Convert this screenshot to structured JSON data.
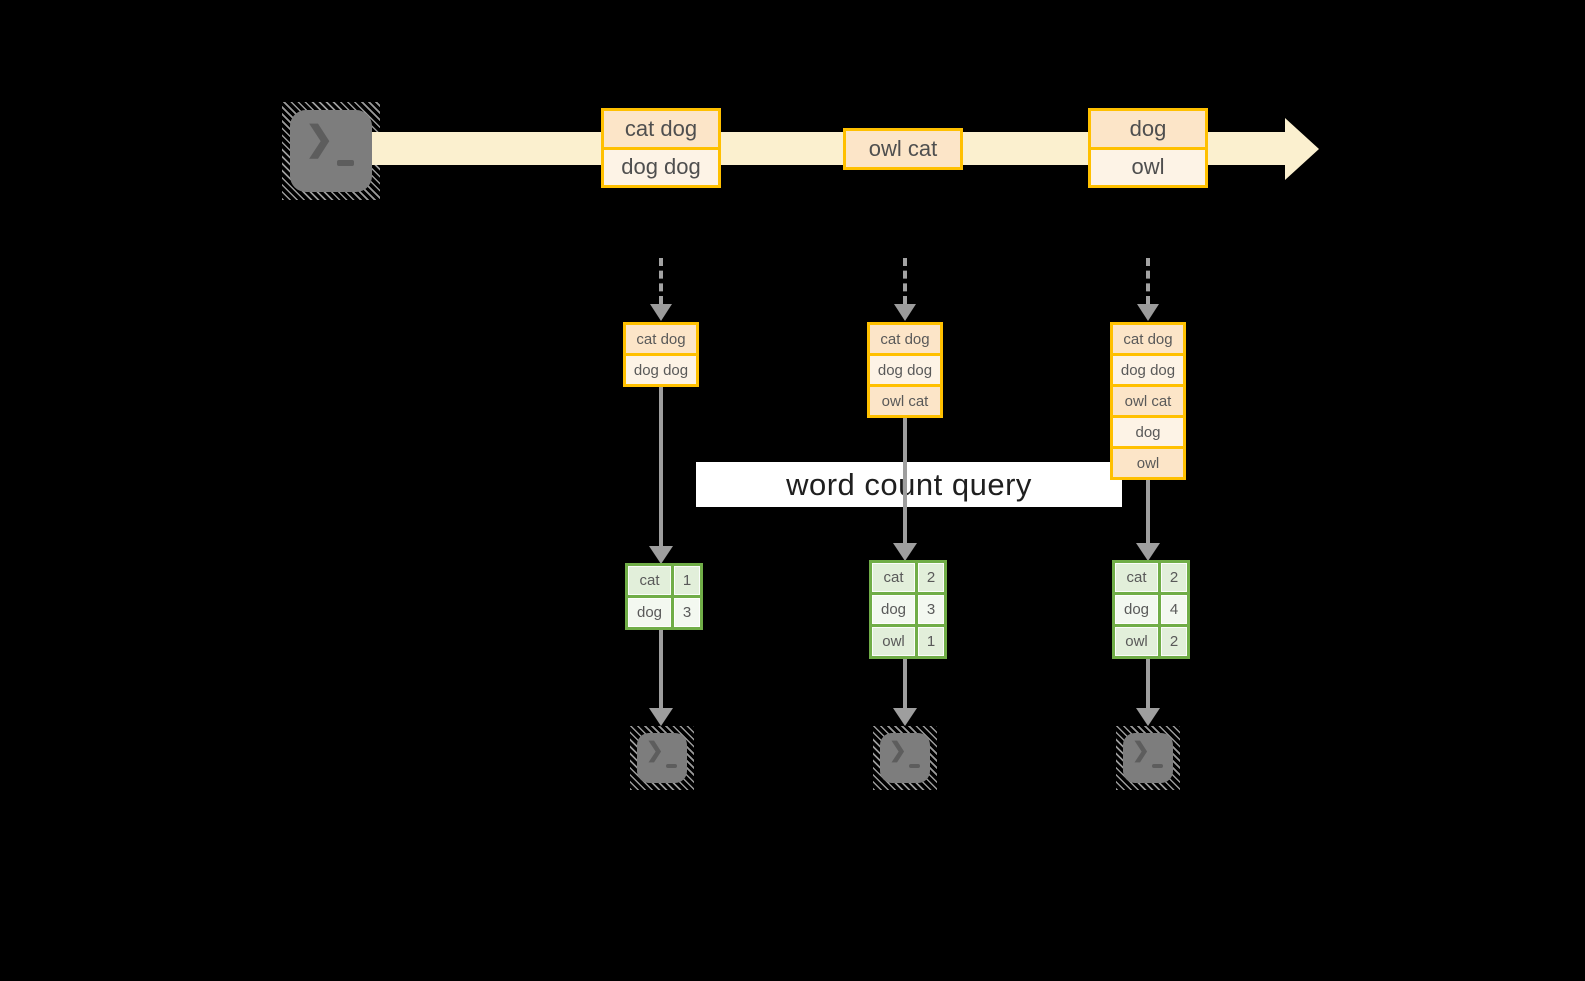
{
  "query_label": "word count query",
  "prompt_glyph": "❯",
  "colors": {
    "background": "#000000",
    "accent_amber": "#ffc000",
    "fill_peach": "#fce5c8",
    "fill_cream": "#fdf3e6",
    "stream_band": "#fbf0cf",
    "green_border": "#70ad47",
    "green_fill": "#e2efda",
    "green_fill_light": "#f3f8f0",
    "arrow_gray": "#9e9e9e",
    "terminal_gray": "#7d7d7d",
    "query_band_bg": "#ffffff"
  },
  "stream": {
    "events": [
      {
        "cells": [
          "cat dog",
          "dog dog"
        ]
      },
      {
        "cells": [
          "owl cat"
        ]
      },
      {
        "cells": [
          "dog",
          "owl"
        ]
      }
    ]
  },
  "columns": [
    {
      "buffer": [
        "cat dog",
        "dog dog"
      ],
      "counts": [
        {
          "word": "cat",
          "count": "1"
        },
        {
          "word": "dog",
          "count": "3"
        }
      ]
    },
    {
      "buffer": [
        "cat dog",
        "dog dog",
        "owl cat"
      ],
      "counts": [
        {
          "word": "cat",
          "count": "2"
        },
        {
          "word": "dog",
          "count": "3"
        },
        {
          "word": "owl",
          "count": "1"
        }
      ]
    },
    {
      "buffer": [
        "cat dog",
        "dog dog",
        "owl cat",
        "dog",
        "owl"
      ],
      "counts": [
        {
          "word": "cat",
          "count": "2"
        },
        {
          "word": "dog",
          "count": "4"
        },
        {
          "word": "owl",
          "count": "2"
        }
      ]
    }
  ]
}
